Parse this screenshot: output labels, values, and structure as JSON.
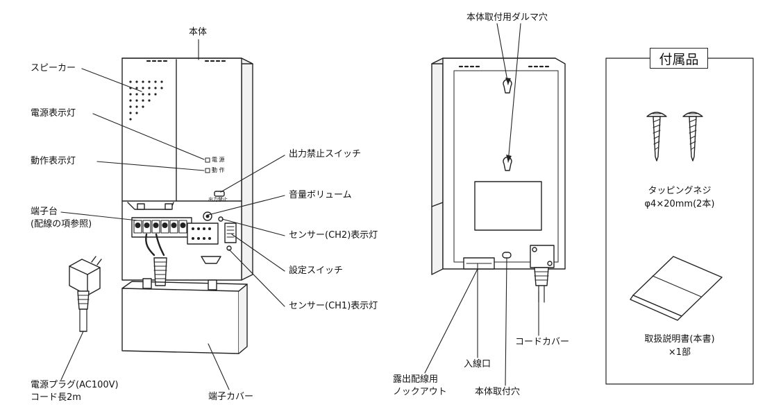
{
  "front": {
    "body": "本体",
    "speaker": "スピーカー",
    "power_lamp": "電源表示灯",
    "action_lamp": "動作表示灯",
    "terminal_block_line1": "端子台",
    "terminal_block_line2": "(配線の項参照)",
    "output_inhibit_switch": "出力禁止スイッチ",
    "volume": "音量ボリューム",
    "sensor_ch2_lamp": "センサー(CH2)表示灯",
    "setting_switch": "設定スイッチ",
    "sensor_ch1_lamp": "センサー(CH1)表示灯",
    "power_plug_line1": "電源プラグ(AC100V)",
    "power_plug_line2": "コード長2m",
    "terminal_cover": "端子カバー",
    "panel_text_power": "電 源",
    "panel_text_action": "動 作",
    "panel_text_inhibit": "出力禁止"
  },
  "back": {
    "keyhole": "本体取付用ダルマ穴",
    "cable_entry": "入線口",
    "cord_cover": "コードカバー",
    "knockout_line1": "露出配線用",
    "knockout_line2": "ノックアウト",
    "mount_hole": "本体取付穴"
  },
  "accessories": {
    "title": "付属品",
    "screw_line1": "タッピングネジ",
    "screw_line2": "φ4×20mm(2本)",
    "manual_line1": "取扱説明書(本書)",
    "manual_line2": "×1部"
  }
}
